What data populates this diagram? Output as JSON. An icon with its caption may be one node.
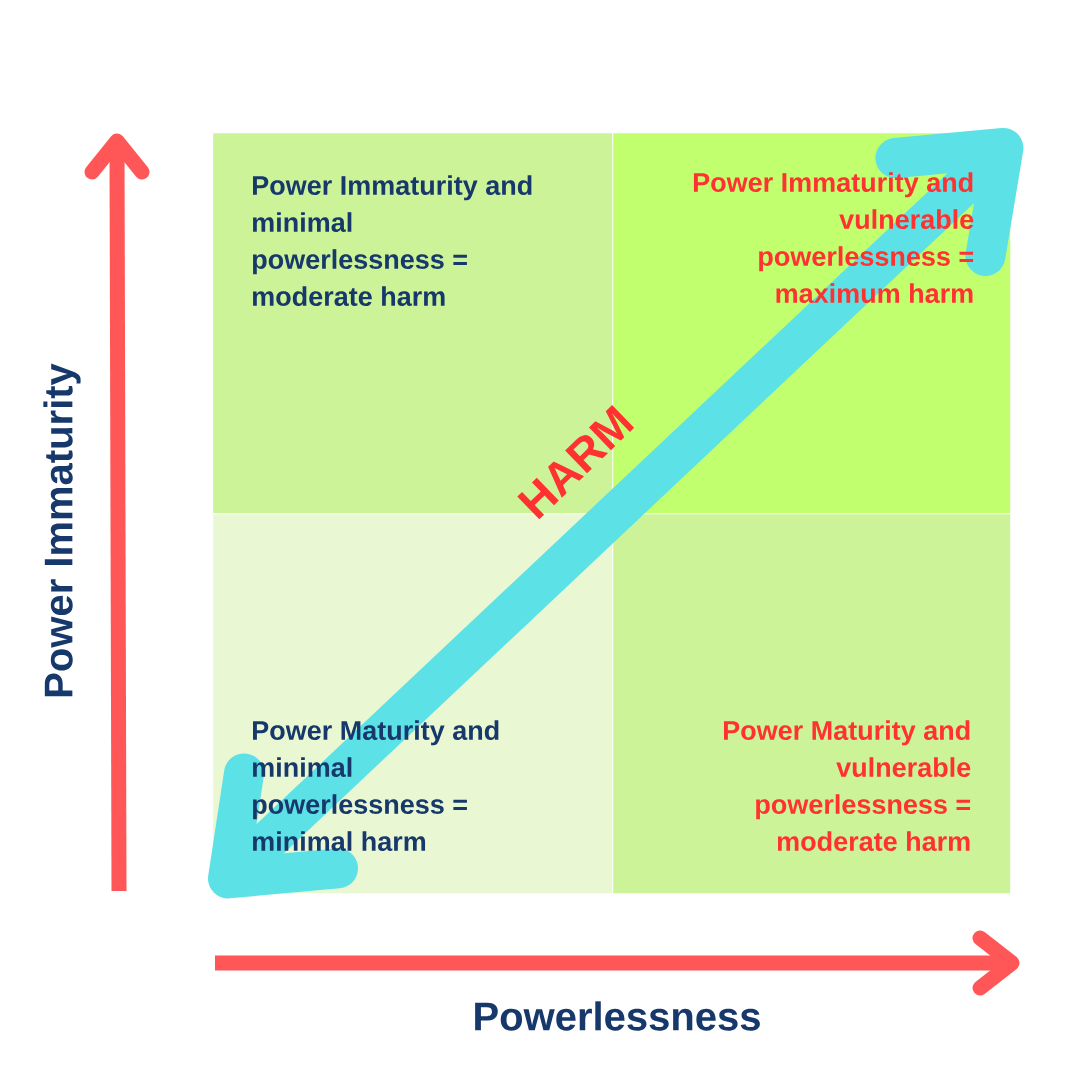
{
  "diagram": {
    "nodes": [
      {
        "text": [
          "Power Immaturity and minimal powerlessness = moderate harm"
        ]
      },
      {
        "text": [
          "Power Immaturity and vulnerable powerlessness = maximum harm"
        ]
      },
      {
        "text": [
          "Power Maturity and minimal powerlessness = minimal harm"
        ]
      },
      {
        "text": [
          "Power Maturity and vulnerable powerlessness = moderate harm"
        ]
      }
    ],
    "edges": [
      {
        "from": 2,
        "to": 1,
        "arrow": "both",
        "label": "HARM"
      }
    ],
    "labels": [
      "Power Immaturity",
      "Powerlessness"
    ]
  }
}
